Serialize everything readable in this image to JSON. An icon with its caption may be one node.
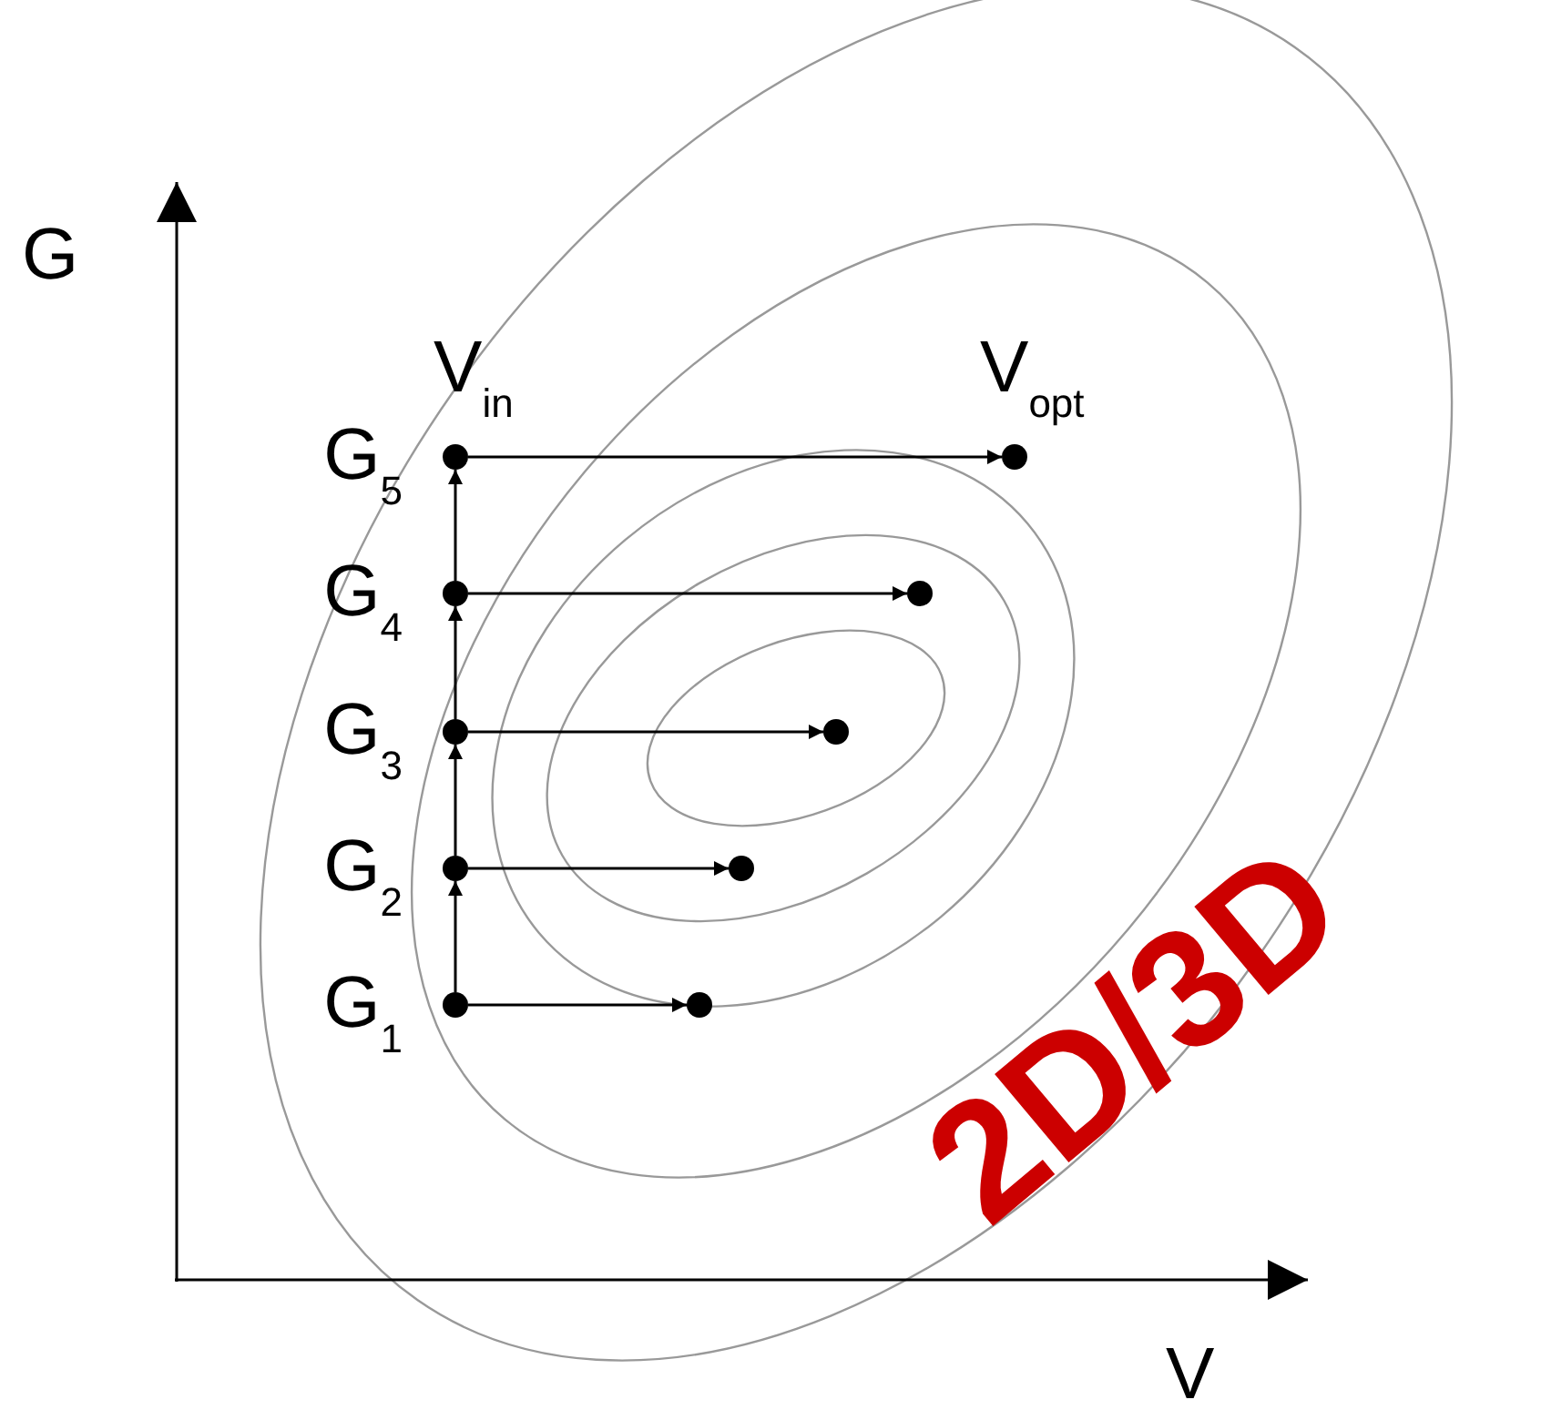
{
  "diagram": {
    "nodes": [
      {
        "text": [],
        "shape": "circle",
        "beside": [
          "G$_{5}$"
        ]
      },
      {
        "text": [],
        "shape": "circle",
        "beside": [
          "V$_{opt}$"
        ]
      },
      {
        "text": [],
        "shape": "circle",
        "beside": [
          "G$_{4}$"
        ]
      },
      {
        "text": [],
        "shape": "circle"
      },
      {
        "text": [],
        "shape": "circle",
        "beside": [
          "G$_{3}$"
        ]
      },
      {
        "text": [],
        "shape": "circle"
      },
      {
        "text": [],
        "shape": "circle",
        "beside": [
          "G$_{2}$"
        ]
      },
      {
        "text": [],
        "shape": "circle"
      },
      {
        "text": [],
        "shape": "circle",
        "beside": [
          "G$_{1}$"
        ]
      },
      {
        "text": [],
        "shape": "circle"
      }
    ],
    "edges": [
      {
        "from": 0,
        "to": 1,
        "arrow": "to"
      },
      {
        "from": 2,
        "to": 3,
        "arrow": "to"
      },
      {
        "from": 4,
        "to": 5,
        "arrow": "to"
      },
      {
        "from": 6,
        "to": 7,
        "arrow": "to"
      },
      {
        "from": 8,
        "to": 9,
        "arrow": "to"
      },
      {
        "from": 8,
        "to": 6,
        "arrow": "to"
      },
      {
        "from": 6,
        "to": 4,
        "arrow": "to"
      },
      {
        "from": 4,
        "to": 2,
        "arrow": "to"
      },
      {
        "from": 2,
        "to": 0,
        "arrow": "to"
      }
    ],
    "labels": [
      "G",
      "V$_{in}$",
      "2D/3D",
      "V"
    ]
  }
}
